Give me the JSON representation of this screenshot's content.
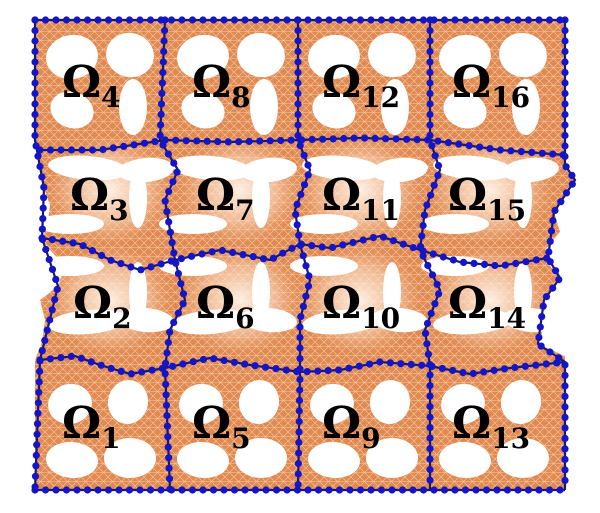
{
  "figure": {
    "colors": {
      "mesh_dark": "#d9733a",
      "mesh_light": "#fbe1cc",
      "boundary_line": "#1a1a5e",
      "node_dot": "#1414c8",
      "hole": "#ffffff",
      "label": "#000000"
    },
    "omega_symbol": "Ω",
    "subdomains": [
      {
        "symbol": "Ω",
        "index": "4"
      },
      {
        "symbol": "Ω",
        "index": "8"
      },
      {
        "symbol": "Ω",
        "index": "12"
      },
      {
        "symbol": "Ω",
        "index": "16"
      },
      {
        "symbol": "Ω",
        "index": "3"
      },
      {
        "symbol": "Ω",
        "index": "7"
      },
      {
        "symbol": "Ω",
        "index": "11"
      },
      {
        "symbol": "Ω",
        "index": "15"
      },
      {
        "symbol": "Ω",
        "index": "2"
      },
      {
        "symbol": "Ω",
        "index": "6"
      },
      {
        "symbol": "Ω",
        "index": "10"
      },
      {
        "symbol": "Ω",
        "index": "14"
      },
      {
        "symbol": "Ω",
        "index": "1"
      },
      {
        "symbol": "Ω",
        "index": "5"
      },
      {
        "symbol": "Ω",
        "index": "9"
      },
      {
        "symbol": "Ω",
        "index": "13"
      }
    ]
  }
}
